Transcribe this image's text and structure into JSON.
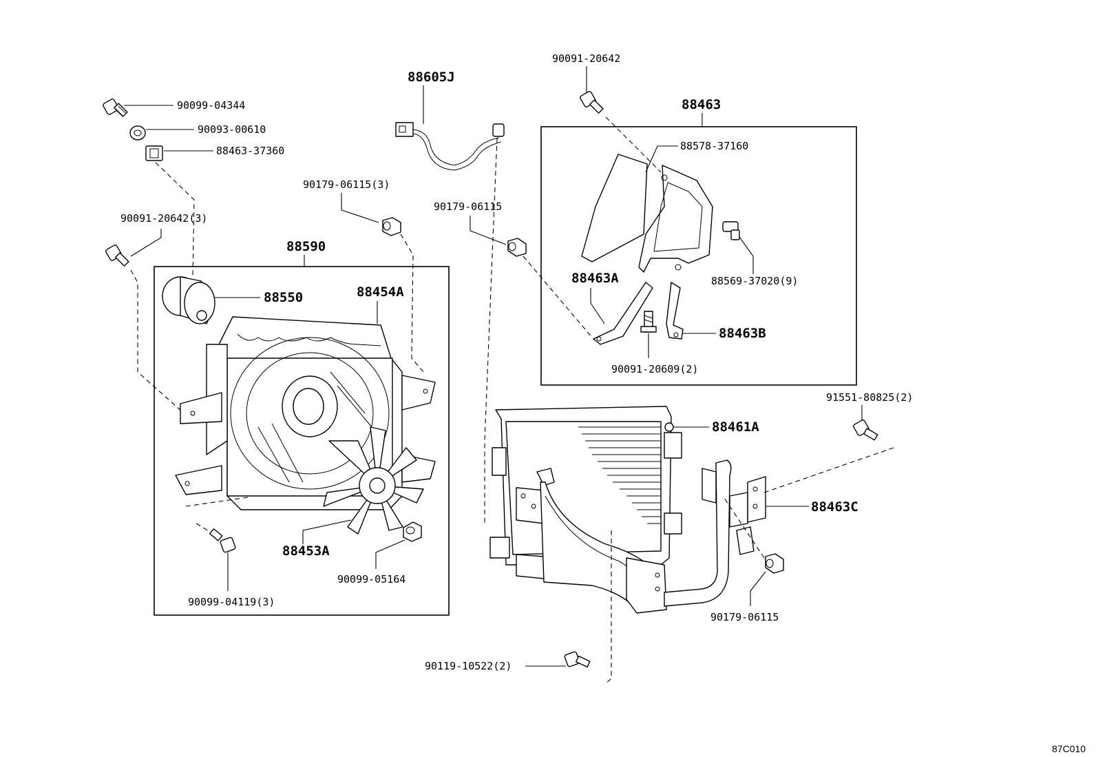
{
  "labels": {
    "l_90099_04344": "90099-04344",
    "l_90093_00610": "90093-00610",
    "l_88463_37360": "88463-37360",
    "l_90179_06115_3": "90179-06115(3)",
    "l_90091_20642_3": "90091-20642(3)",
    "l_88590": "88590",
    "l_88550": "88550",
    "l_88454A": "88454A",
    "l_88453A": "88453A",
    "l_90099_05164": "90099-05164",
    "l_90099_04119_3": "90099-04119(3)",
    "l_88605J": "88605J",
    "l_90179_06115_a": "90179-06115",
    "l_90091_20642": "90091-20642",
    "l_88463": "88463",
    "l_88578_37160": "88578-37160",
    "l_88569_37020_9": "88569-37020(9)",
    "l_88463A": "88463A",
    "l_88463B": "88463B",
    "l_90091_20609_2": "90091-20609(2)",
    "l_91551_80825_2": "91551-80825(2)",
    "l_88461A": "88461A",
    "l_88463C": "88463C",
    "l_90179_06115_b": "90179-06115",
    "l_90119_10522_2": "90119-10522(2)",
    "figure_code": "87C010"
  }
}
